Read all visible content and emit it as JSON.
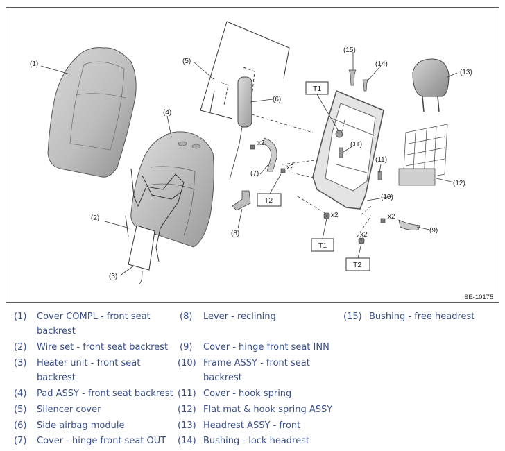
{
  "diagram": {
    "code": "SE-10175",
    "callouts": [
      "(1)",
      "(2)",
      "(3)",
      "(4)",
      "(5)",
      "(6)",
      "(7)",
      "(8)",
      "(9)",
      "(10)",
      "(11)",
      "(11)",
      "(12)",
      "(13)",
      "(14)",
      "(15)"
    ],
    "torque_tags": [
      "T1",
      "T2",
      "T1",
      "T2"
    ],
    "quantity": "x2"
  },
  "legend": [
    {
      "num": "(1)",
      "text": "Cover COMPL - front seat backrest"
    },
    {
      "num": "(2)",
      "text": "Wire set - front seat backrest"
    },
    {
      "num": "(3)",
      "text": "Heater unit - front seat backrest"
    },
    {
      "num": "(4)",
      "text": "Pad ASSY - front seat backrest"
    },
    {
      "num": "(5)",
      "text": "Silencer cover"
    },
    {
      "num": "(6)",
      "text": "Side airbag module"
    },
    {
      "num": "(7)",
      "text": "Cover - hinge front seat OUT"
    },
    {
      "num": "(8)",
      "text": "Lever - reclining"
    },
    {
      "num": "(9)",
      "text": "Cover - hinge front seat INN"
    },
    {
      "num": "(10)",
      "text": "Frame ASSY - front seat backrest"
    },
    {
      "num": "(11)",
      "text": "Cover - hook spring"
    },
    {
      "num": "(12)",
      "text": "Flat mat & hook spring ASSY"
    },
    {
      "num": "(13)",
      "text": "Headrest ASSY - front"
    },
    {
      "num": "(14)",
      "text": "Bushing - lock headrest"
    },
    {
      "num": "(15)",
      "text": "Bushing - free headrest"
    }
  ]
}
